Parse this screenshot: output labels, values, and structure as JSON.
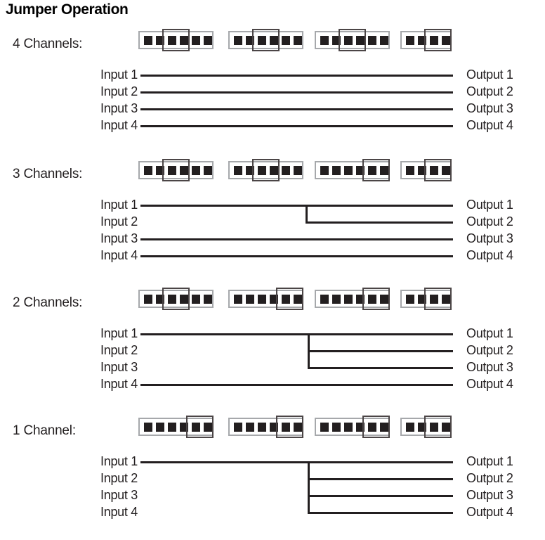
{
  "title": "Jumper Operation",
  "io": {
    "inputs": [
      "Input 1",
      "Input 2",
      "Input 3",
      "Input 4"
    ],
    "outputs": [
      "Output 1",
      "Output 2",
      "Output 3",
      "Output 4"
    ]
  },
  "colors": {
    "line": "#231f20",
    "pin": "#231f20",
    "header_border": "#a6a8ab",
    "shunt_border": "#4b4546",
    "background": "#ffffff"
  },
  "sections": [
    {
      "id": "four-channels",
      "label": "4 Channels:",
      "jumpers": [
        {
          "pins": 6,
          "shunt_position": "3-4"
        },
        {
          "pins": 6,
          "shunt_position": "3-4"
        },
        {
          "pins": 6,
          "shunt_position": "3-4"
        },
        {
          "pins": 4,
          "shunt_position": "3-4"
        }
      ],
      "routing": "Input 1 to Output 1, Input 2 to Output 2, Input 3 to Output 3, Input 4 to Output 4",
      "connections": [
        {
          "from": "Input 1",
          "to": [
            "Output 1"
          ]
        },
        {
          "from": "Input 2",
          "to": [
            "Output 2"
          ]
        },
        {
          "from": "Input 3",
          "to": [
            "Output 3"
          ]
        },
        {
          "from": "Input 4",
          "to": [
            "Output 4"
          ]
        }
      ]
    },
    {
      "id": "three-channels",
      "label": "3 Channels:",
      "jumpers": [
        {
          "pins": 6,
          "shunt_position": "3-4"
        },
        {
          "pins": 6,
          "shunt_position": "3-4"
        },
        {
          "pins": 6,
          "shunt_position": "5-6"
        },
        {
          "pins": 4,
          "shunt_position": "3-4"
        }
      ],
      "routing": "Input 1 to Outputs 1 and 2, Input 3 to Output 3, Input 4 to Output 4",
      "connections": [
        {
          "from": "Input 1",
          "to": [
            "Output 1",
            "Output 2"
          ]
        },
        {
          "from": "Input 3",
          "to": [
            "Output 3"
          ]
        },
        {
          "from": "Input 4",
          "to": [
            "Output 4"
          ]
        }
      ]
    },
    {
      "id": "two-channels",
      "label": "2 Channels:",
      "jumpers": [
        {
          "pins": 6,
          "shunt_position": "3-4"
        },
        {
          "pins": 6,
          "shunt_position": "5-6"
        },
        {
          "pins": 6,
          "shunt_position": "5-6"
        },
        {
          "pins": 4,
          "shunt_position": "3-4"
        }
      ],
      "routing": "Input 1 to Outputs 1, 2 and 3, Input 4 to Output 4",
      "connections": [
        {
          "from": "Input 1",
          "to": [
            "Output 1",
            "Output 2",
            "Output 3"
          ]
        },
        {
          "from": "Input 4",
          "to": [
            "Output 4"
          ]
        }
      ]
    },
    {
      "id": "one-channel",
      "label": "1 Channel:",
      "jumpers": [
        {
          "pins": 6,
          "shunt_position": "5-6"
        },
        {
          "pins": 6,
          "shunt_position": "5-6"
        },
        {
          "pins": 6,
          "shunt_position": "5-6"
        },
        {
          "pins": 4,
          "shunt_position": "3-4"
        }
      ],
      "routing": "Input 1 to Outputs 1, 2, 3 and 4",
      "connections": [
        {
          "from": "Input 1",
          "to": [
            "Output 1",
            "Output 2",
            "Output 3",
            "Output 4"
          ]
        }
      ]
    }
  ]
}
